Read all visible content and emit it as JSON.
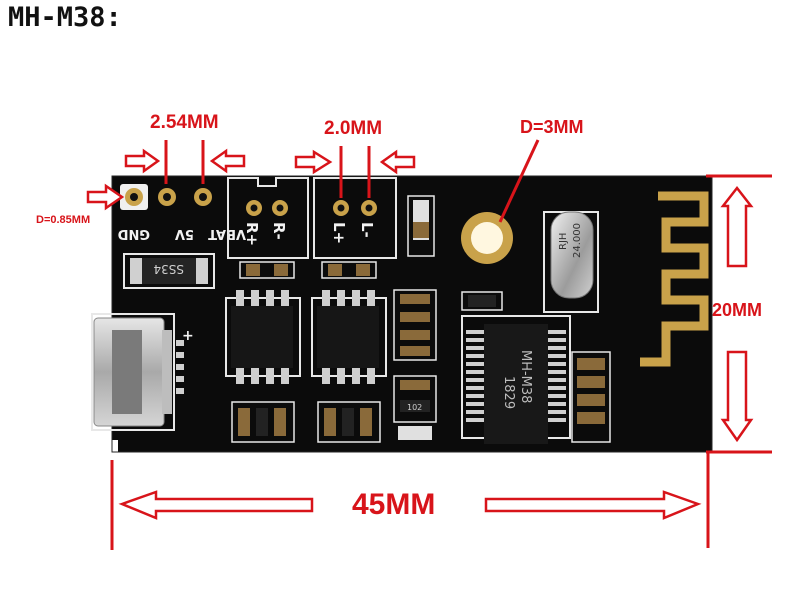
{
  "title": "MH-M38:",
  "annotations": {
    "pin_pitch": "2.54MM",
    "speaker_pitch": "2.0MM",
    "hole_diameter": "D=3MM",
    "pin_hole_diameter": "D=0.85MM",
    "board_width": "20MM",
    "board_length": "45MM"
  },
  "silkscreen": {
    "pin_labels": [
      "GND",
      "5V",
      "VBAT"
    ],
    "right_channel": [
      "R+",
      "R-"
    ],
    "left_channel": [
      "L+",
      "L-"
    ],
    "diode": "SS34",
    "crystal_line1": "RJH",
    "crystal_line2": "24.000",
    "chip_name": "MH-M38",
    "chip_code": "1829",
    "resistor_code": "102",
    "usb_plus": "+"
  },
  "colors": {
    "annotation": "#d8141a",
    "board": "#0d0d0d",
    "copper": "#c9a24a"
  }
}
